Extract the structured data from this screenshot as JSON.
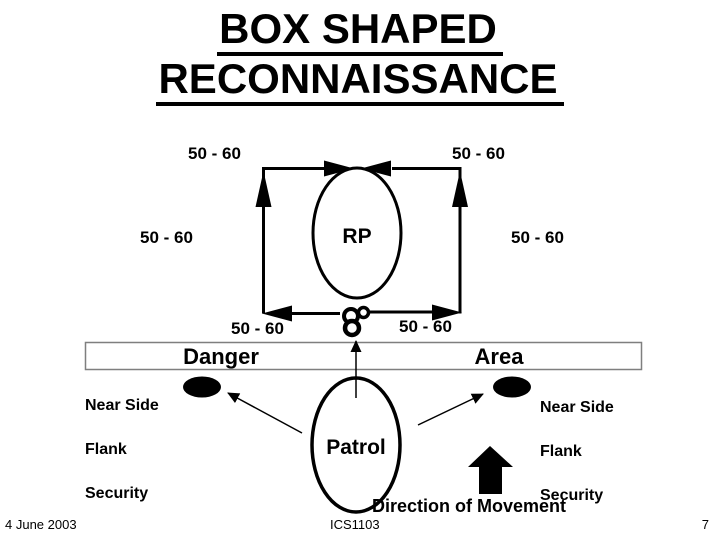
{
  "slide": {
    "title_line1": "BOX SHAPED",
    "title_line2": "RECONNAISSANCE",
    "footer": {
      "date": "4 June 2003",
      "course": "ICS1103",
      "page": "7"
    }
  },
  "diagram": {
    "distance_labels": {
      "top_left": "50 - 60",
      "top_right": "50 - 60",
      "mid_left": "50 - 60",
      "mid_right": "50 - 60",
      "bottom_left": "50 - 60",
      "bottom_right": "50 - 60"
    },
    "rp_label": "RP",
    "patrol_label": "Patrol",
    "danger_label": "Danger",
    "area_label": "Area",
    "near_side_left": [
      "Near Side",
      "Flank",
      "Security"
    ],
    "near_side_right": [
      "Near Side",
      "Flank",
      "Security"
    ],
    "direction_label": "Direction of Movement",
    "colors": {
      "ink": "#000000",
      "bar_border": "#7f7f7f",
      "background": "#ffffff"
    }
  }
}
